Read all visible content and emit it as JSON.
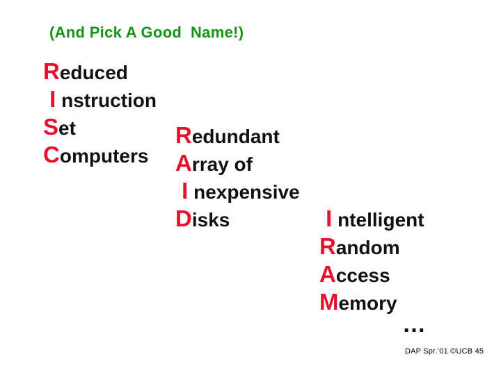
{
  "title": "(And Pick A Good  Name!)",
  "colors": {
    "title_green": "#149414",
    "accent_red": "#E8112D",
    "text_black": "#111111",
    "background": "#FFFFFF"
  },
  "blocks": [
    {
      "name": "risc",
      "acronym": "RISC",
      "lines": [
        {
          "head": "R",
          "tail": "educed"
        },
        {
          "head": " I",
          "tail": " nstruction"
        },
        {
          "head": "S",
          "tail": "et"
        },
        {
          "head": "C",
          "tail": "omputers"
        }
      ]
    },
    {
      "name": "raid",
      "acronym": "RAID",
      "lines": [
        {
          "head": "R",
          "tail": "edundant"
        },
        {
          "head": "A",
          "tail": "rray of"
        },
        {
          "head": " I",
          "tail": " nexpensive"
        },
        {
          "head": "D",
          "tail": "isks"
        }
      ]
    },
    {
      "name": "iram",
      "acronym": "IRAM",
      "lines": [
        {
          "head": " I",
          "tail": " ntelligent"
        },
        {
          "head": "R",
          "tail": "andom"
        },
        {
          "head": "A",
          "tail": "ccess"
        },
        {
          "head": "M",
          "tail": "emory"
        }
      ]
    }
  ],
  "ellipsis": "…",
  "footer": "DAP Spr.’01 ©UCB 45"
}
